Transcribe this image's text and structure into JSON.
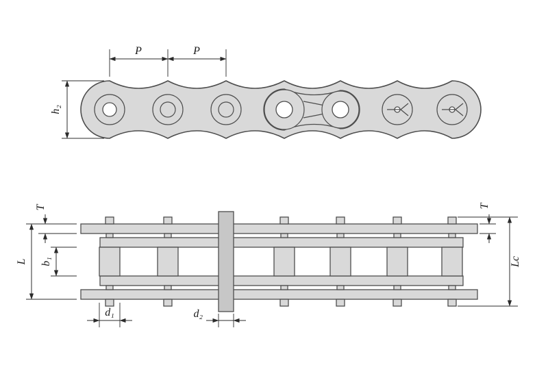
{
  "drawing": {
    "labels": {
      "pitch_1": "P",
      "pitch_2": "P",
      "inner_plate_height": "h₂",
      "plate_thickness_left": "T",
      "overall_width": "L",
      "inner_width": "b₁",
      "roller_diameter": "d₁",
      "pin_diameter": "d₂",
      "connecting_link_width": "Lc",
      "plate_thickness_right": "T"
    },
    "colors": {
      "metal_fill": "#d9d9d9",
      "outline": "#4d4d4d",
      "dimension_line": "#2b2b2b",
      "background": "#ffffff"
    }
  }
}
